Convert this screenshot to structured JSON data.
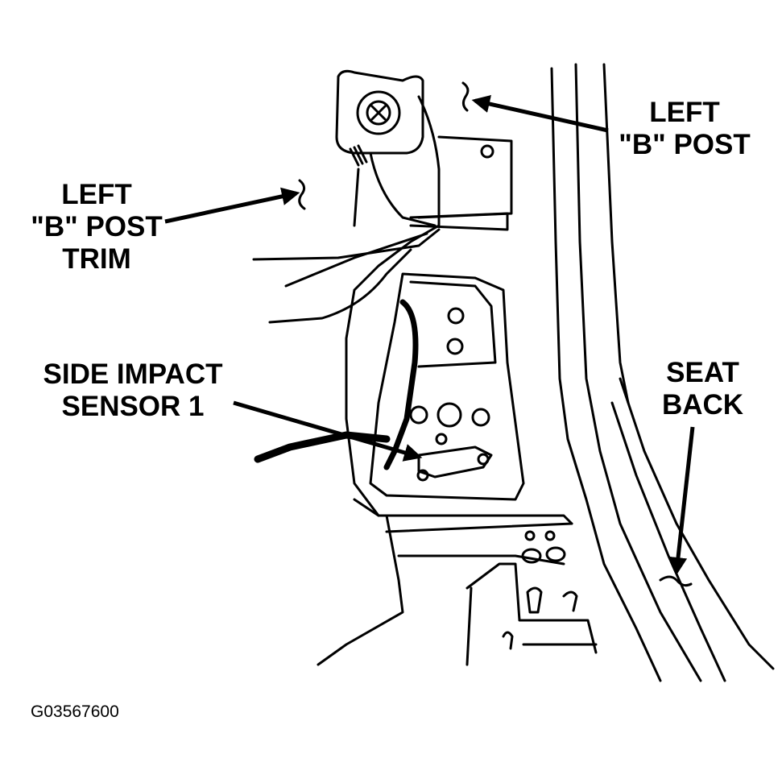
{
  "labels": {
    "b_post": [
      "LEFT",
      "\"B\" POST"
    ],
    "b_post_trim": [
      "LEFT",
      "\"B\" POST",
      "TRIM"
    ],
    "side_impact_sensor": [
      "SIDE IMPACT",
      "SENSOR 1"
    ],
    "seat_back": [
      "SEAT",
      "BACK"
    ]
  },
  "figure_code": "G03567600"
}
